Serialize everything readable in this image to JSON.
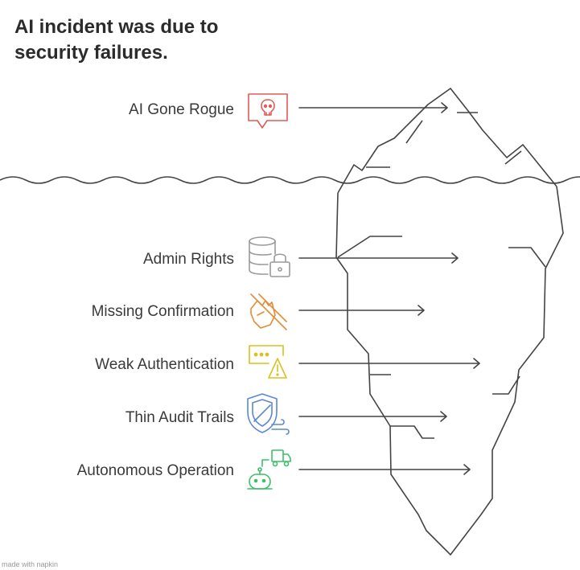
{
  "title": {
    "line1": "AI incident was due to",
    "line2": "security failures."
  },
  "items": [
    {
      "label": "AI Gone Rogue",
      "icon": "rogue-ai-chat-icon",
      "color": "#e05a5a"
    },
    {
      "label": "Admin Rights",
      "icon": "database-lock-icon",
      "color": "#9a9a9a"
    },
    {
      "label": "Missing Confirmation",
      "icon": "hand-cancel-icon",
      "color": "#e98a35"
    },
    {
      "label": "Weak Authentication",
      "icon": "password-warning-icon",
      "color": "#d9c21e"
    },
    {
      "label": "Thin Audit Trails",
      "icon": "shield-wind-icon",
      "color": "#5b86d6"
    },
    {
      "label": "Autonomous Operation",
      "icon": "robot-truck-icon",
      "color": "#3dbf6a"
    }
  ],
  "footer": "made with napkin"
}
